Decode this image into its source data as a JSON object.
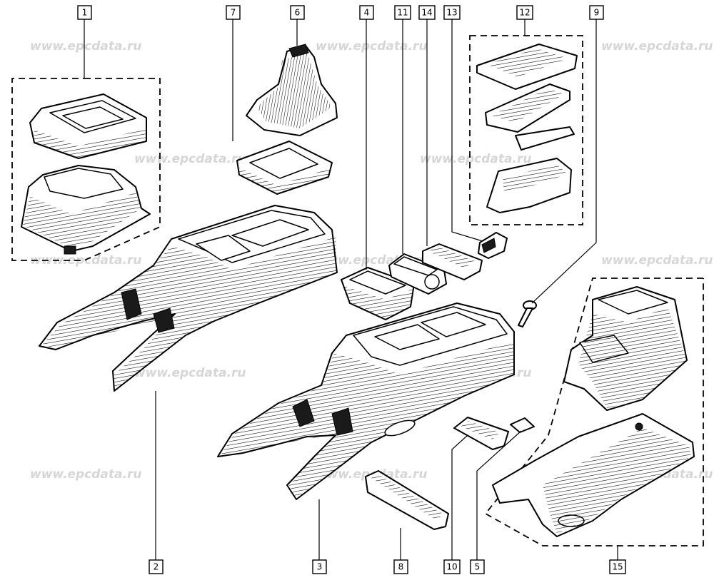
{
  "watermark": "www.epcdata.ru",
  "callouts": {
    "c1": "1",
    "c2": "2",
    "c3": "3",
    "c4": "4",
    "c5": "5",
    "c6": "6",
    "c7": "7",
    "c8": "8",
    "c9": "9",
    "c10": "10",
    "c11": "11",
    "c12": "12",
    "c13": "13",
    "c14": "14",
    "c15": "15"
  }
}
